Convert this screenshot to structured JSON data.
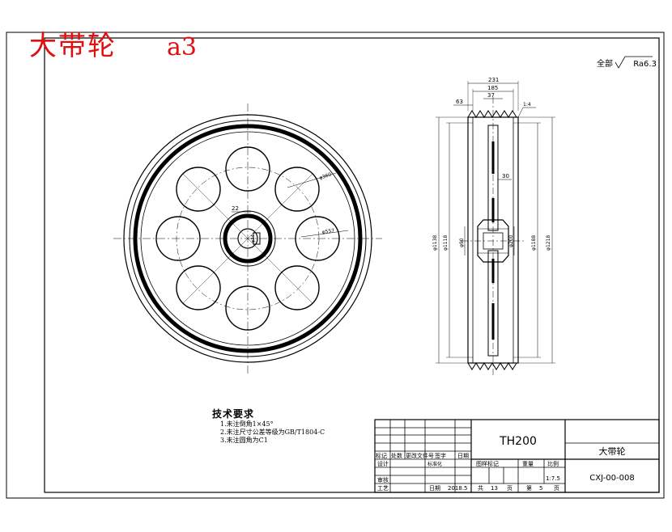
{
  "header": {
    "title": "大带轮",
    "sheet_size": "a3"
  },
  "roughness": {
    "prefix": "全部",
    "value": "Ra6.3"
  },
  "front_view": {
    "labels": {
      "keyway_width": "22",
      "hub_bore": "φ34",
      "circle_a": "φ360",
      "circle_b": "φ557"
    }
  },
  "section_view": {
    "dimensions": {
      "top_overall": "231",
      "top_mid": "185",
      "top_inner": "37",
      "left_offset": "63",
      "slope": "1:4",
      "web_thickness": "30",
      "dia_outer_left": "φ1138",
      "dia_inner_left": "φ1118",
      "hub_left": "φ90",
      "hub_right": "φ200",
      "dia_right_a": "φ1188",
      "dia_right_b": "φ1218"
    }
  },
  "tech_requirements": {
    "heading": "技术要求",
    "items": [
      "1.未注倒角1×45°",
      "2.未注尺寸公差等级为GB/T1804-C",
      "3.未注圆角为C1"
    ]
  },
  "title_block": {
    "drawing_title": "TH200",
    "part_name": "大带轮",
    "drawing_number": "CXJ-00-008",
    "rev_headers": [
      "标记",
      "处数",
      "更改文件号",
      "签字",
      "日期"
    ],
    "design_label": "设计",
    "design_value": "标准化",
    "review_label": "审核",
    "process_label": "工艺",
    "date_label": "日期",
    "date_value": "2018.5",
    "stage_label": "图样标记",
    "weight_label": "重量",
    "scale_label": "比例",
    "scale_value": "1:7.5",
    "total_label": "共",
    "total_value": "13",
    "page_unit": "页",
    "current_label": "第",
    "current_value": "5",
    "current_unit": "页"
  }
}
